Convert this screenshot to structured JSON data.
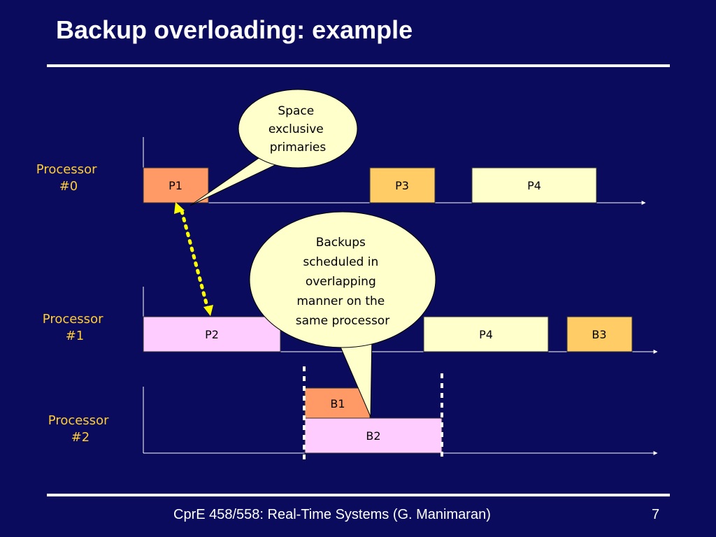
{
  "slide": {
    "title": "Backup overloading: example",
    "footer": "CprE 458/558: Real-Time Systems (G. Manimaran)",
    "page_number": "7"
  },
  "processors": [
    {
      "label_lines": [
        "Processor",
        "#0"
      ]
    },
    {
      "label_lines": [
        "Processor",
        "#1"
      ]
    },
    {
      "label_lines": [
        "Processor",
        "#2"
      ]
    }
  ],
  "tasks": [
    {
      "label": "P1",
      "processor": 0,
      "kind": "primary",
      "color": "#ff9966"
    },
    {
      "label": "P3",
      "processor": 0,
      "kind": "primary",
      "color": "#ffcc66"
    },
    {
      "label": "P4",
      "processor": 0,
      "kind": "primary",
      "color": "#ffffcc"
    },
    {
      "label": "P2",
      "processor": 1,
      "kind": "primary",
      "color": "#ffccff"
    },
    {
      "label": "P4",
      "processor": 1,
      "kind": "primary",
      "color": "#ffffcc"
    },
    {
      "label": "B3",
      "processor": 1,
      "kind": "backup",
      "color": "#ffcc66"
    },
    {
      "label": "B1",
      "processor": 2,
      "kind": "backup",
      "color": "#ff9966"
    },
    {
      "label": "B2",
      "processor": 2,
      "kind": "backup",
      "color": "#ffccff"
    }
  ],
  "callouts": [
    {
      "lines": [
        "Space",
        "exclusive",
        "primaries"
      ]
    },
    {
      "lines": [
        "Backups",
        "scheduled in",
        "overlapping",
        "manner on the",
        "same processor"
      ]
    }
  ],
  "colors": {
    "background": "#0b0b5e",
    "title_text": "#ffffff",
    "processor_label": "#ffcc33",
    "callout_fill": "#ffffcc",
    "dotted_link": "#ffff00"
  }
}
